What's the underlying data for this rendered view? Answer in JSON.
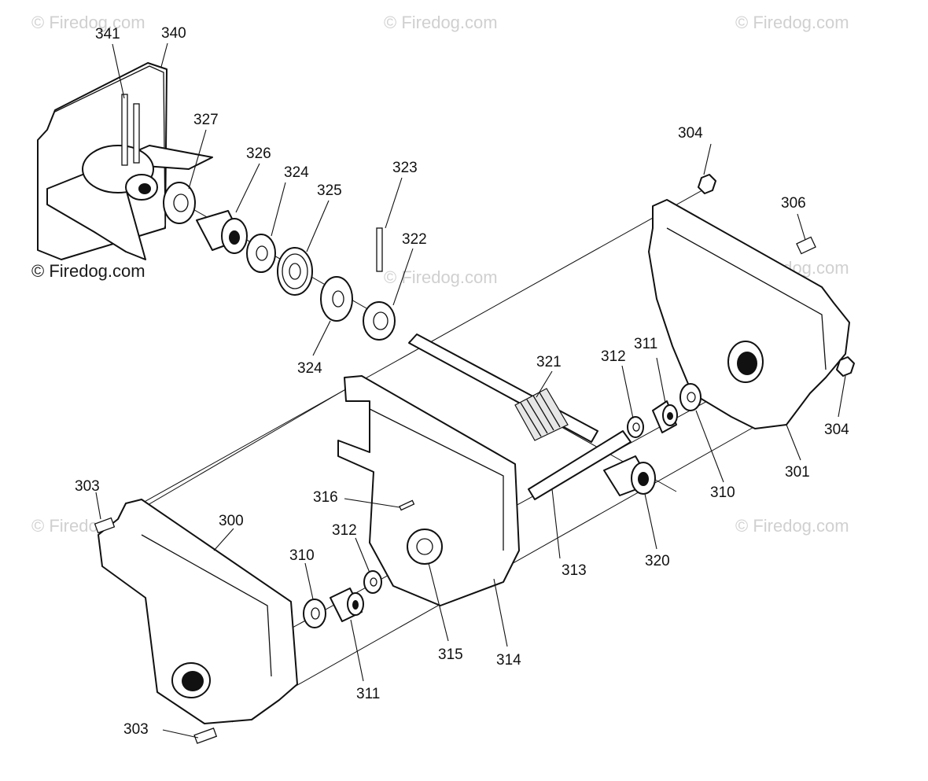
{
  "watermark": "© Firedog.com",
  "colors": {
    "line": "#111111",
    "watermark": "#d0d0d0",
    "background": "#ffffff"
  },
  "labels": {
    "p300": "300",
    "p301": "301",
    "p303a": "303",
    "p303b": "303",
    "p304a": "304",
    "p304b": "304",
    "p306": "306",
    "p310a": "310",
    "p310b": "310",
    "p311a": "311",
    "p311b": "311",
    "p312a": "312",
    "p312b": "312",
    "p313": "313",
    "p314": "314",
    "p315": "315",
    "p316": "316",
    "p320": "320",
    "p321": "321",
    "p322": "322",
    "p323": "323",
    "p324a": "324",
    "p324b": "324",
    "p325": "325",
    "p326": "326",
    "p327": "327",
    "p340": "340",
    "p341": "341"
  }
}
